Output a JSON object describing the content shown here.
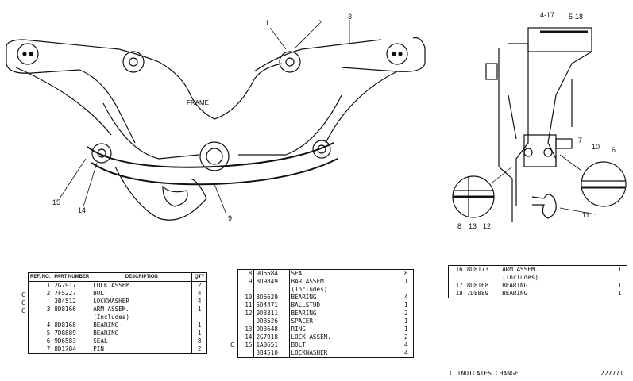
{
  "drawing": {
    "frame_label": "FRAME",
    "callouts": [
      "1",
      "2",
      "3",
      "4-17",
      "5-18",
      "7",
      "10",
      "6",
      "11",
      "8",
      "13",
      "12",
      "15",
      "14",
      "9"
    ]
  },
  "table1": {
    "headers": {
      "ref": "REF. NO.",
      "part": "PART NUMBER",
      "desc": "DESCRIPTION",
      "qty": "QTY"
    },
    "rows": [
      {
        "c": "C",
        "ref": "1",
        "part": "2G7917",
        "desc": "LOCK ASSEM.",
        "qty": "2"
      },
      {
        "c": "C",
        "ref": "2",
        "part": "7F5227",
        "desc": "BOLT",
        "qty": "4"
      },
      {
        "c": "C",
        "ref": "",
        "part": "3B4512",
        "desc": "LOCKWASHER",
        "qty": "4"
      },
      {
        "c": "",
        "ref": "3",
        "part": "8D8166",
        "desc": "ARM ASSEM.",
        "qty": "1"
      },
      {
        "c": "",
        "ref": "",
        "part": "",
        "desc": "(Includes)",
        "qty": ""
      },
      {
        "c": "",
        "ref": "4",
        "part": "8D8168",
        "desc": "BEARING",
        "qty": "1"
      },
      {
        "c": "",
        "ref": "5",
        "part": "7D8889",
        "desc": "BEARING",
        "qty": "1"
      },
      {
        "c": "",
        "ref": "6",
        "part": "9D6583",
        "desc": "SEAL",
        "qty": "8"
      },
      {
        "c": "",
        "ref": "7",
        "part": "8D1784",
        "desc": "PIN",
        "qty": "2"
      }
    ]
  },
  "table2": {
    "rows": [
      {
        "c": "",
        "ref": "8",
        "part": "9D6584",
        "desc": "SEAL",
        "qty": "8"
      },
      {
        "c": "",
        "ref": "9",
        "part": "8D9849",
        "desc": "BAR ASSEM.",
        "qty": "1"
      },
      {
        "c": "",
        "ref": "",
        "part": "",
        "desc": "(Includes)",
        "qty": ""
      },
      {
        "c": "",
        "ref": "10",
        "part": "8D6629",
        "desc": "BEARING",
        "qty": "4"
      },
      {
        "c": "",
        "ref": "11",
        "part": "6D4471",
        "desc": "BALLSTUD",
        "qty": "1"
      },
      {
        "c": "",
        "ref": "12",
        "part": "9D3311",
        "desc": "BEARING",
        "qty": "2"
      },
      {
        "c": "",
        "ref": "",
        "part": "9D3526",
        "desc": "SPACER",
        "qty": "1"
      },
      {
        "c": "",
        "ref": "13",
        "part": "9D3648",
        "desc": "RING",
        "qty": "1"
      },
      {
        "c": "C",
        "ref": "14",
        "part": "2G7918",
        "desc": "LOCK ASSEM.",
        "qty": "2"
      },
      {
        "c": "",
        "ref": "15",
        "part": "1A8651",
        "desc": "BOLT",
        "qty": "4"
      },
      {
        "c": "",
        "ref": "",
        "part": "3B4510",
        "desc": "LOCKWASHER",
        "qty": "4"
      }
    ]
  },
  "table3": {
    "rows": [
      {
        "ref": "16",
        "part": "8D8173",
        "desc": "ARM ASSEM.",
        "qty": "1"
      },
      {
        "ref": "",
        "part": "",
        "desc": "(Includes)",
        "qty": ""
      },
      {
        "ref": "17",
        "part": "8D8168",
        "desc": "BEARING",
        "qty": "1"
      },
      {
        "ref": "18",
        "part": "7D8889",
        "desc": "BEARING",
        "qty": "1"
      }
    ]
  },
  "footer": {
    "note": "C INDICATES CHANGE",
    "code": "227771"
  }
}
